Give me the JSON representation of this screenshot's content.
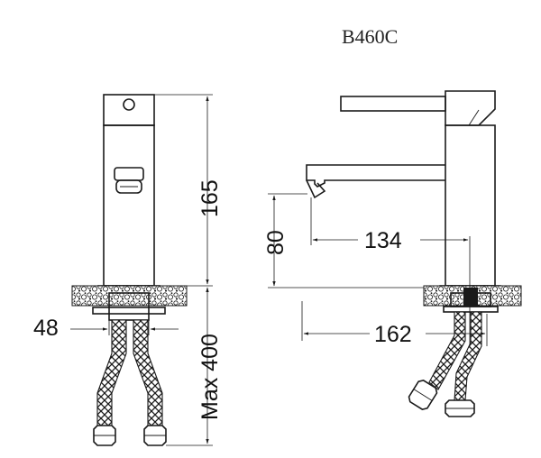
{
  "model": "B460C",
  "labels": {
    "height_body": "165",
    "hose_length": "Max 400",
    "hole_diameter": "48",
    "spout_height": "80",
    "spout_reach": "134",
    "overall_depth": "162"
  }
}
